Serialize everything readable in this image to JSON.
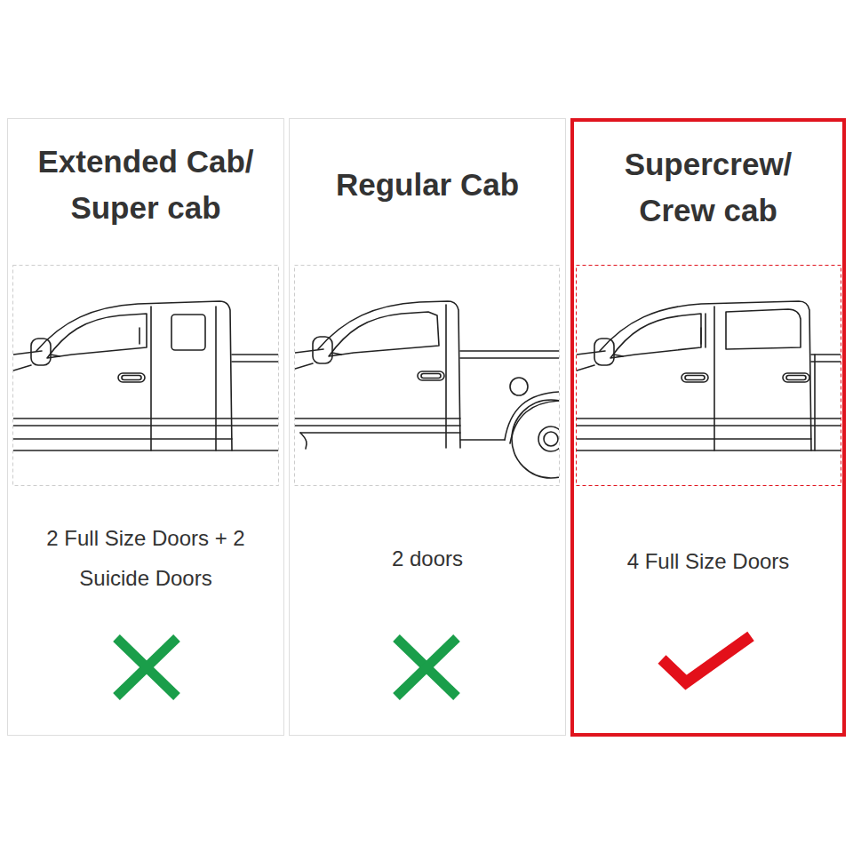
{
  "diagram": {
    "nodes": [
      {
        "text": [
          "Extended Cab/ Super cab",
          "2 Full Size Doors + 2 Suicide Doors"
        ]
      },
      {
        "text": [
          "Regular Cab",
          "2 doors"
        ]
      },
      {
        "text": [
          "Supercrew/ Crew cab",
          "4 Full Size Doors"
        ]
      }
    ]
  }
}
